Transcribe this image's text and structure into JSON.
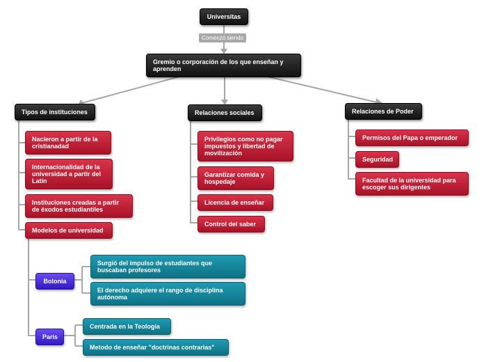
{
  "root": {
    "title": "Universitas"
  },
  "link_label": "Comenzó siendo",
  "main": {
    "title": "Gremio o corporación de los que enseñan y aprenden"
  },
  "branches": {
    "tipos": {
      "title": "Tipos de instituciones",
      "items": [
        "Nacieron a partir de la cristianadad",
        "Internacionalidad de la universidad a partir del Latín",
        "Instituciones creadas a partir de éxodos estudiantiles",
        "Modelos de universidad"
      ]
    },
    "relaciones_sociales": {
      "title": "Relaciones sociales",
      "items": [
        "Privilegios como no pagar impuestos y libertad de movilización",
        "Garantizar comida y hospedaje",
        "Licencia de enseñar",
        "Control del saber"
      ]
    },
    "relaciones_poder": {
      "title": "Relaciones de Poder",
      "items": [
        "Permisos del Papa o emperador",
        "Seguridad",
        "Facultad de la universidad para escoger sus dirigentes"
      ]
    }
  },
  "modelos": {
    "bolonia": {
      "title": "Bolonia",
      "items": [
        "Surgió del impulso de estudiantes que buscaban profesores",
        "El derecho adquiere el rango de disciplina autónoma"
      ]
    },
    "paris": {
      "title": "Paris",
      "items": [
        "Centrada en la Teologia",
        "Metodo de enseñar \"doctrinas contrarias\""
      ]
    }
  },
  "colors": {
    "dark": "#1a1a1a",
    "red": "#c0213a",
    "purple": "#4a2ee0",
    "teal": "#168aa0",
    "connector": "#a6a6a6"
  }
}
